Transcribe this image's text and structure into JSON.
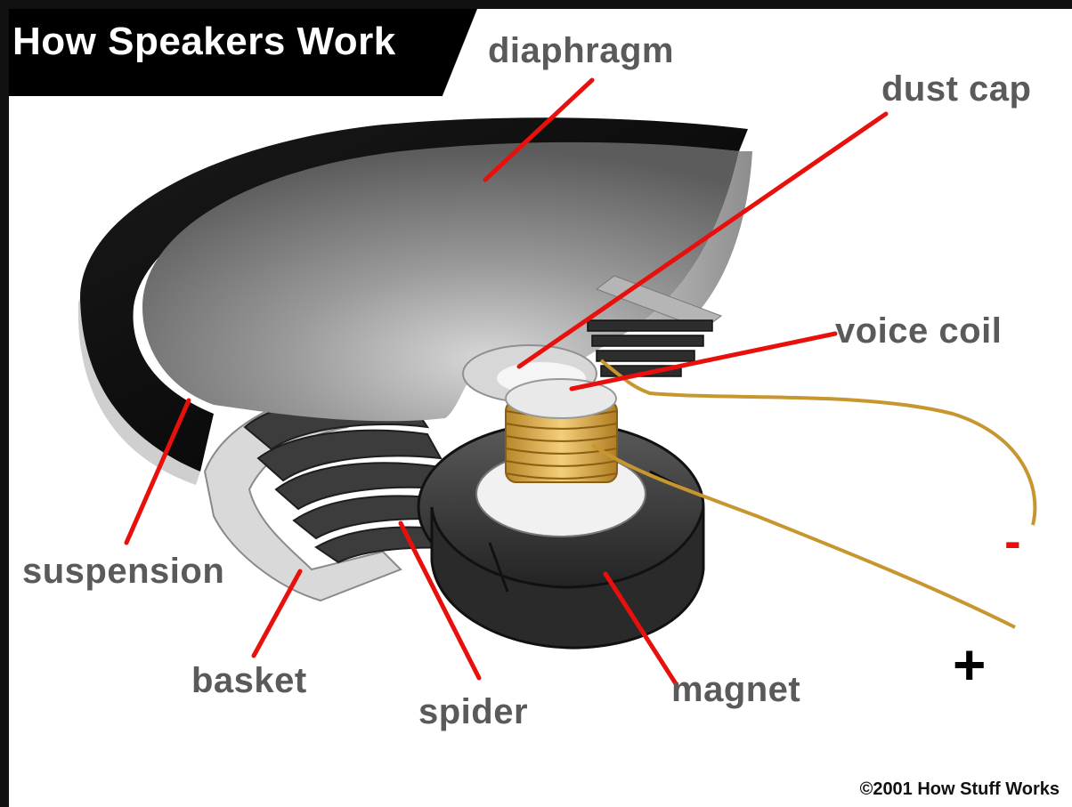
{
  "title": "How Speakers Work",
  "labels": {
    "diaphragm": "diaphragm",
    "dust_cap": "dust cap",
    "voice_coil": "voice coil",
    "suspension": "suspension",
    "basket": "basket",
    "spider": "spider",
    "magnet": "magnet"
  },
  "terminals": {
    "negative": "-",
    "positive": "+"
  },
  "copyright": "©2001 How Stuff Works",
  "colors": {
    "leader_line": "#e8100c",
    "label_text": "#5a5a5a",
    "title_bg": "#000000",
    "title_text": "#ffffff",
    "negative_sign": "#e8100c",
    "positive_sign": "#000000",
    "wire": "#c8962e"
  }
}
